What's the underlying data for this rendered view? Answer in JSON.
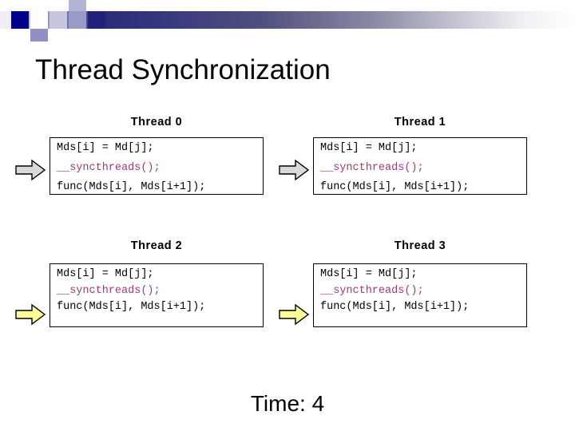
{
  "slide": {
    "title": "Thread Synchronization",
    "time_label": "Time:  4"
  },
  "banner": {
    "gradient_start": "#00008b",
    "gradient_end": "#ffffff",
    "accent_square": "#00008b"
  },
  "code": {
    "line1": "Mds[i] = Md[j];",
    "line2": "__syncthreads();",
    "line3": "func(Mds[i], Mds[i+1]);",
    "sync_color": "#a03a74",
    "text_color": "#000000"
  },
  "threads": [
    {
      "label": "Thread  0",
      "arrow_fill": "#d9d9d9",
      "arrow_stroke": "#000000",
      "lines": [
        "Mds[i] = Md[j];",
        "__syncthreads();",
        "func(Mds[i], Mds[i+1]);"
      ]
    },
    {
      "label": "Thread  1",
      "arrow_fill": "#d9d9d9",
      "arrow_stroke": "#000000",
      "lines": [
        "Mds[i] = Md[j];",
        "__syncthreads();",
        "func(Mds[i], Mds[i+1]);"
      ]
    },
    {
      "label": "Thread  2",
      "arrow_fill": "#ffff99",
      "arrow_stroke": "#000000",
      "lines": [
        "Mds[i] = Md[j];",
        "__syncthreads();",
        "func(Mds[i], Mds[i+1]);"
      ]
    },
    {
      "label": "Thread  3",
      "arrow_fill": "#ffff99",
      "arrow_stroke": "#000000",
      "lines": [
        "Mds[i] = Md[j];",
        "__syncthreads();",
        "func(Mds[i], Mds[i+1]);"
      ]
    }
  ]
}
